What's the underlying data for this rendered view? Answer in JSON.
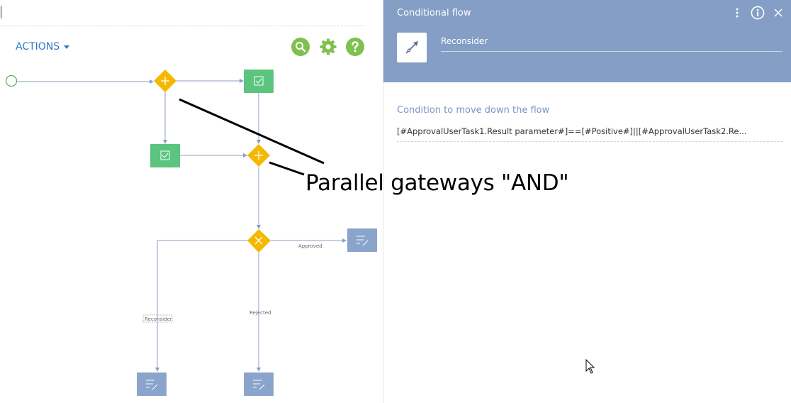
{
  "toolbar": {
    "actions_label": "ACTIONS",
    "buttons": [
      {
        "name": "search",
        "icon": "magnifier-icon",
        "color": "#7fc04e"
      },
      {
        "name": "settings",
        "icon": "gear-icon",
        "color": "#7fc04e"
      },
      {
        "name": "help",
        "icon": "question-icon",
        "color": "#7fc04e"
      }
    ]
  },
  "diagram": {
    "flow_labels": {
      "approved": "Approved",
      "reconsider": "Reconsider",
      "rejected": "Rejected"
    },
    "colors": {
      "gateway": "#f5b800",
      "user_task": "#5bc47f",
      "script_task": "#8aa4cc",
      "connector": "#8b9fbf",
      "start_event": "#58b358"
    }
  },
  "panel": {
    "title": "Conditional flow",
    "element_name": "Reconsider",
    "condition_label": "Condition to move down the flow",
    "condition_value": "[#ApprovalUserTask1.Result parameter#]==[#Positive#]||[#ApprovalUserTask2.Re...",
    "header_color": "#849ec5",
    "header_icons": [
      "more-vertical-icon",
      "info-icon",
      "close-icon"
    ]
  },
  "annotation": {
    "text": "Parallel gateways \"AND\""
  }
}
